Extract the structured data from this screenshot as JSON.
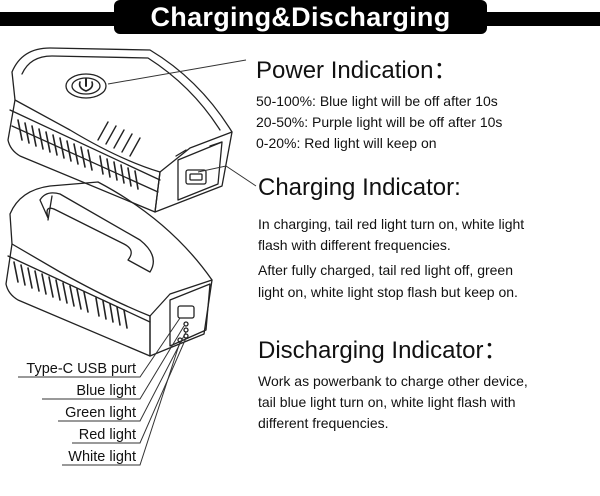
{
  "banner": {
    "title": "Charging&Discharging"
  },
  "power": {
    "heading": "Power Indication：",
    "lines": [
      "50-100%: Blue light will be off after 10s",
      "20-50%: Purple light will be off after 10s",
      "0-20%: Red light will keep on"
    ]
  },
  "charging": {
    "heading": "Charging Indicator:",
    "lines": [
      "In charging, tail red light turn on, white light",
      "flash with different frequencies.",
      "After fully charged, tail red light off, green",
      "light on, white light stop flash but keep on."
    ]
  },
  "discharging": {
    "heading": "Discharging Indicator：",
    "lines": [
      "Work as powerbank to charge other device,",
      "tail blue light turn on, white light flash with",
      "different frequencies."
    ]
  },
  "callouts": [
    "Type-C USB purt",
    "Blue light",
    "Green light",
    "Red light",
    "White light"
  ],
  "colors": {
    "banner": "#000000",
    "ink": "#111111"
  },
  "icons": [
    "power-button-icon"
  ]
}
